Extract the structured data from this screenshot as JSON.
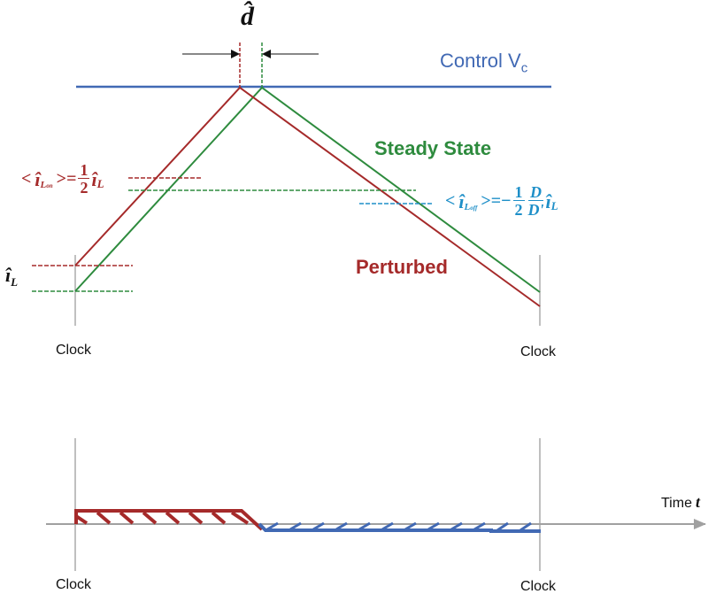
{
  "labels": {
    "d_hat": "d̂",
    "control": "Control V",
    "control_sub": "c",
    "steady_state": "Steady State",
    "perturbed": "Perturbed",
    "il_hat": "î",
    "il_hat_sub": "L",
    "clock_top_left": "Clock",
    "clock_top_right": "Clock",
    "clock_bottom_left": "Clock",
    "clock_bottom_right": "Clock",
    "time_axis": "Time",
    "time_var": "t"
  },
  "equations": {
    "on": {
      "lhs_open": "<",
      "lhs_var": "î",
      "lhs_sub": "L",
      "lhs_subsub": "on",
      "lhs_close": ">=",
      "num": "1",
      "den": "2",
      "rhs_var": "î",
      "rhs_sub": "L"
    },
    "off": {
      "lhs_open": "<",
      "lhs_var": "î",
      "lhs_sub": "L",
      "lhs_subsub": "off",
      "lhs_close": ">=−",
      "num1": "1",
      "den1": "2",
      "num2": "D",
      "den2": "D'",
      "rhs_var": "î",
      "rhs_sub": "L"
    }
  },
  "colors": {
    "red": "#a52a2a",
    "green": "#2e8b3e",
    "blue": "#4169b4",
    "cyan": "#1e8fc8",
    "gray": "#a0a0a0",
    "black": "#111111"
  }
}
